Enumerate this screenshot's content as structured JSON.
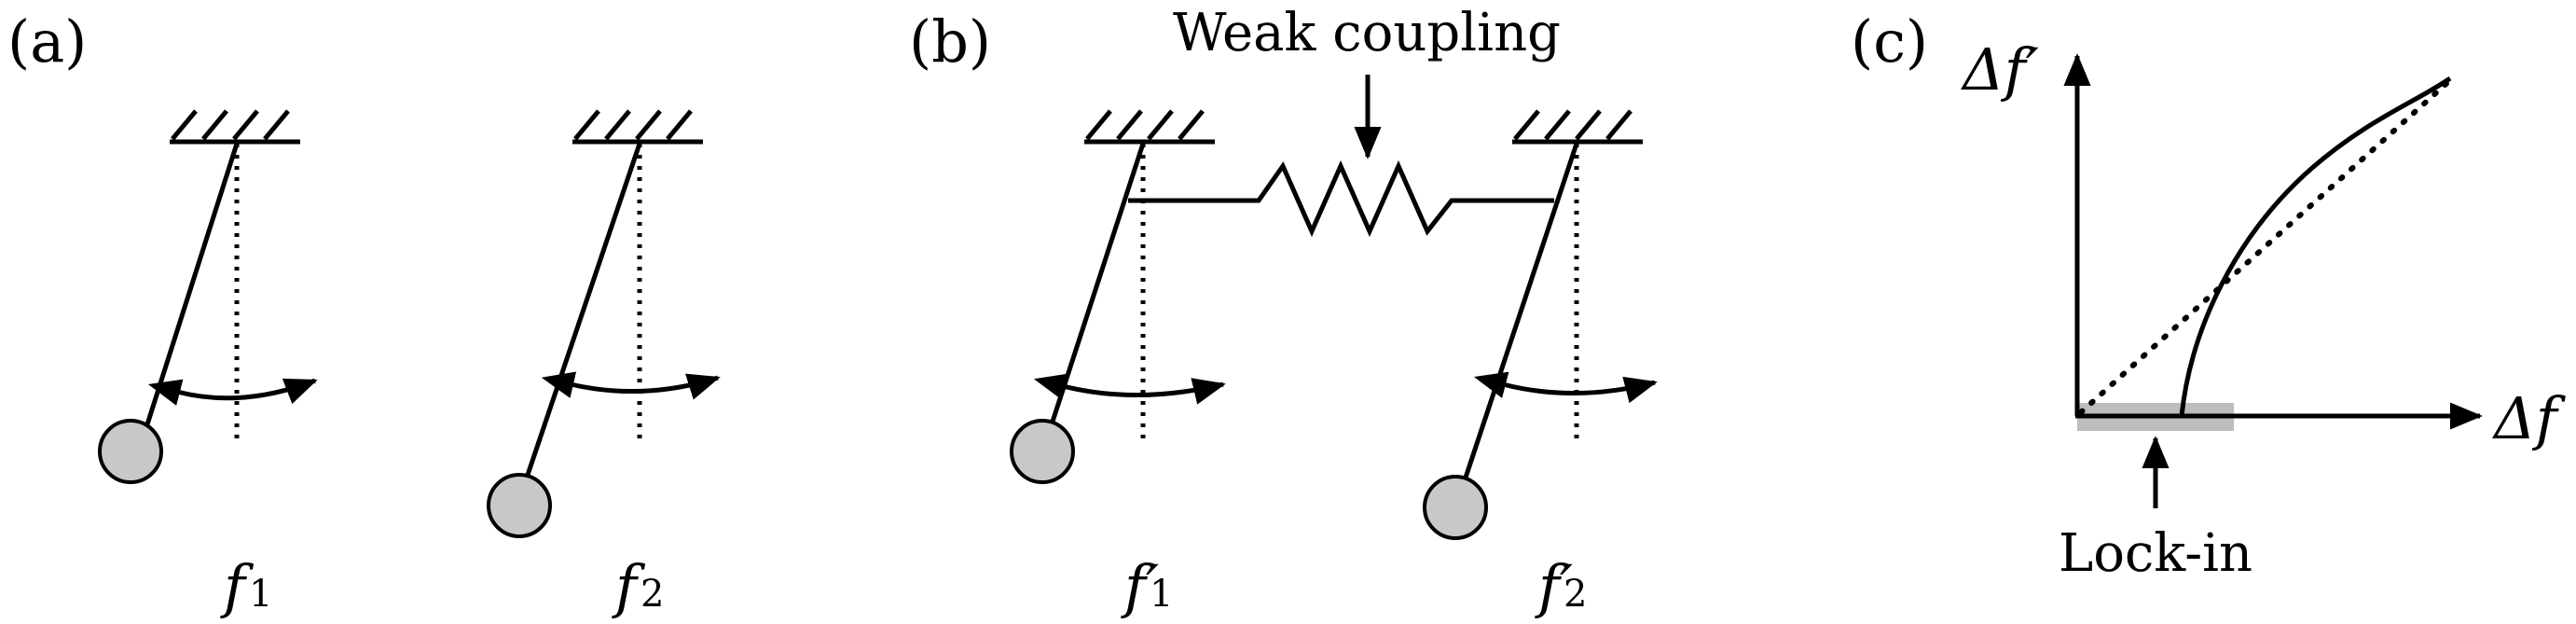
{
  "panels": {
    "a": {
      "label": "(a)",
      "freq1_sym": "f",
      "freq1_sub": "1",
      "freq2_sym": "f",
      "freq2_sub": "2"
    },
    "b": {
      "label": "(b)",
      "coupling_label": "Weak coupling",
      "freq1_sym": "f",
      "freq1_prime": "′",
      "freq1_sub": "1",
      "freq2_sym": "f",
      "freq2_prime": "′",
      "freq2_sub": "2"
    },
    "c": {
      "label": "(c)",
      "y_axis_label": "Δf′",
      "x_axis_label": "Δf",
      "lockin_label": "Lock-in"
    }
  },
  "colors": {
    "line": "#000000",
    "bob_fill": "#c8c8c8",
    "lockin_band": "#bdbdbd"
  }
}
